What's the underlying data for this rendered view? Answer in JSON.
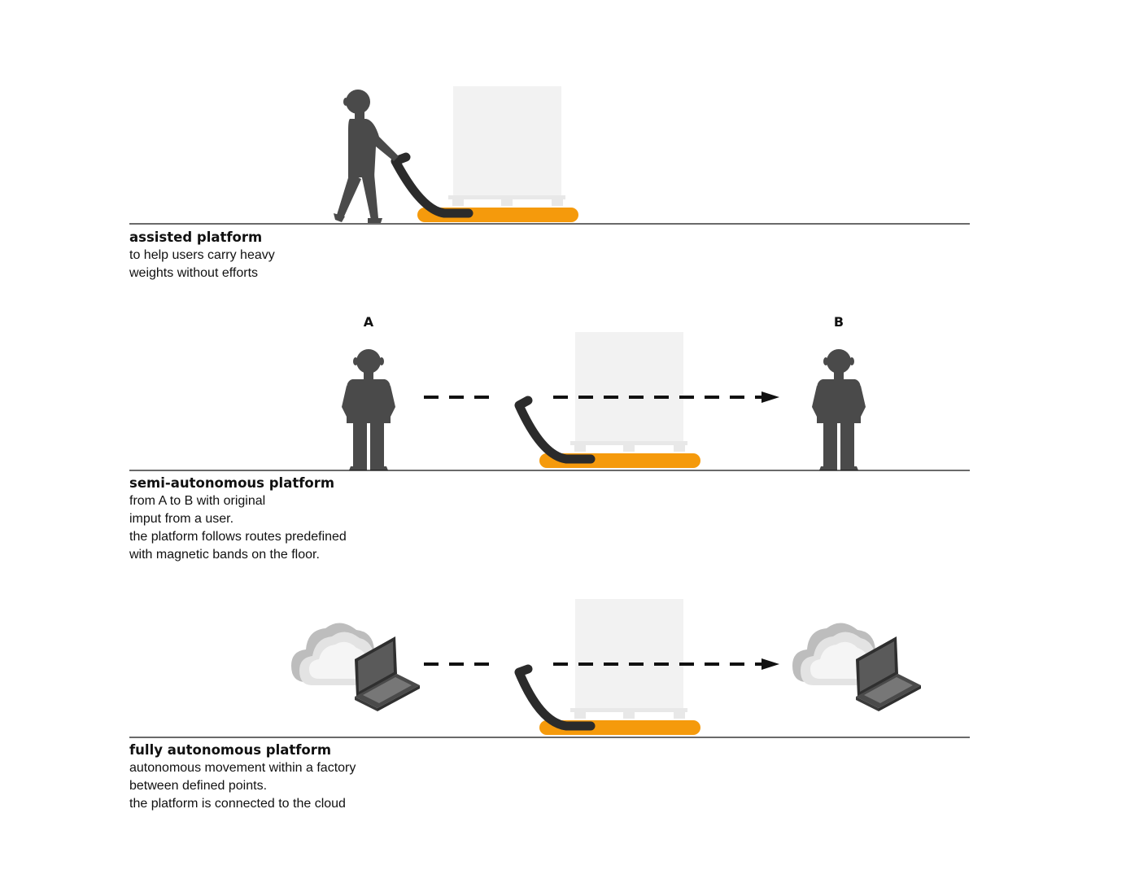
{
  "sections": [
    {
      "title": "assisted platform",
      "lines": [
        "to help users carry heavy",
        "weights without efforts"
      ]
    },
    {
      "title": "semi-autonomous platform",
      "lines": [
        "from A to B with original",
        "imput from a user.",
        "the platform follows routes predefined",
        "with magnetic bands on the floor."
      ],
      "start_label": "A",
      "end_label": "B"
    },
    {
      "title": "fully autonomous platform",
      "lines": [
        "autonomous movement within a factory",
        "between defined points.",
        "the platform is connected to the cloud"
      ]
    }
  ],
  "colors": {
    "platform": "#f59a0c",
    "handle": "#2b2b2b",
    "person": "#4a4a4a",
    "cargo": "#f2f2f2",
    "pallet": "#e8e8e8",
    "floor": "#111111",
    "cloud": "#bdbdbd",
    "laptop": "#3f3f3f",
    "arrow": "#111111"
  }
}
